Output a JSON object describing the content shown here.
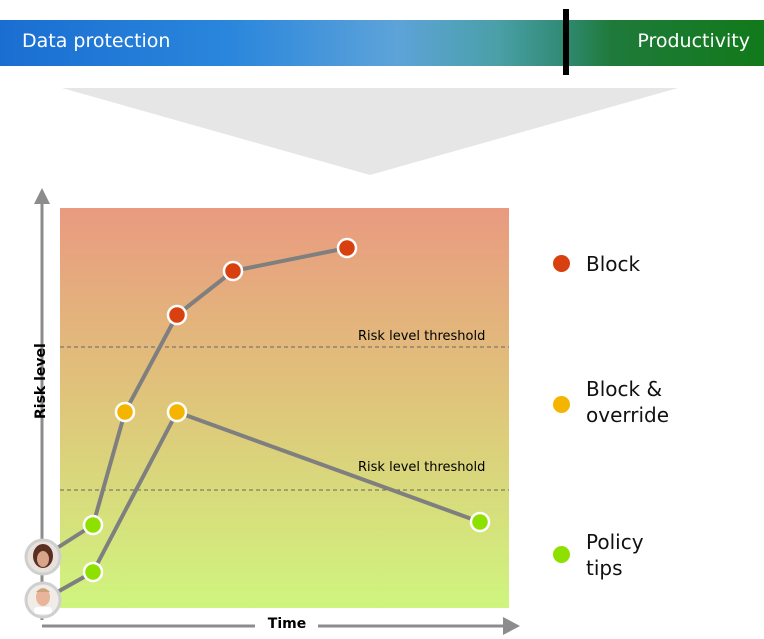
{
  "banner": {
    "left_label": "Data protection",
    "right_label": "Productivity"
  },
  "chart": {
    "ylabel": "Risk level",
    "xlabel": "Time",
    "threshold_label_1": "Risk level threshold",
    "threshold_label_2": "Risk level threshold"
  },
  "legend": {
    "items": [
      {
        "label": "Block",
        "color": "#d8400f"
      },
      {
        "label": "Block &\noverride",
        "color": "#f5b400"
      },
      {
        "label": "Policy\ntips",
        "color": "#8ee000"
      }
    ]
  },
  "colors": {
    "block": "#d8400f",
    "override": "#f5b400",
    "tips": "#8ee000",
    "line": "#808080",
    "gradient_top": "#e99a80",
    "gradient_bottom": "#cff57e"
  },
  "people": {
    "person1": "woman-avatar-icon",
    "person2": "man-avatar-icon"
  }
}
